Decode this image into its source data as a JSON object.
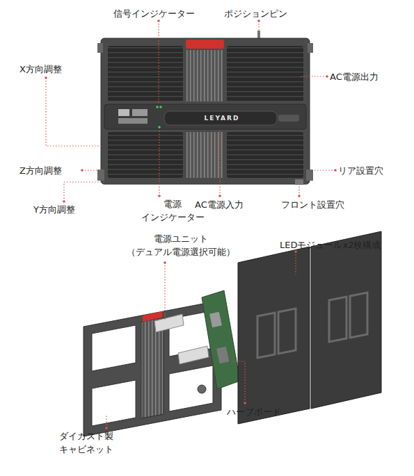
{
  "diagram": {
    "labels": [
      "信号インジケーター",
      "ポジションピン",
      "X方向調整",
      "AC電源出力",
      "LEYARD",
      "Z方向調整",
      "リア設置穴",
      "Y方向調整",
      "電源 インジケーター",
      "AC電源入力",
      "フロント設置穴",
      "電源ユニット （デュアル電源選択可能）",
      "LEDモジュールx2枚構成",
      "ハーブボード",
      "ダイカスト製 キャビネット"
    ]
  }
}
